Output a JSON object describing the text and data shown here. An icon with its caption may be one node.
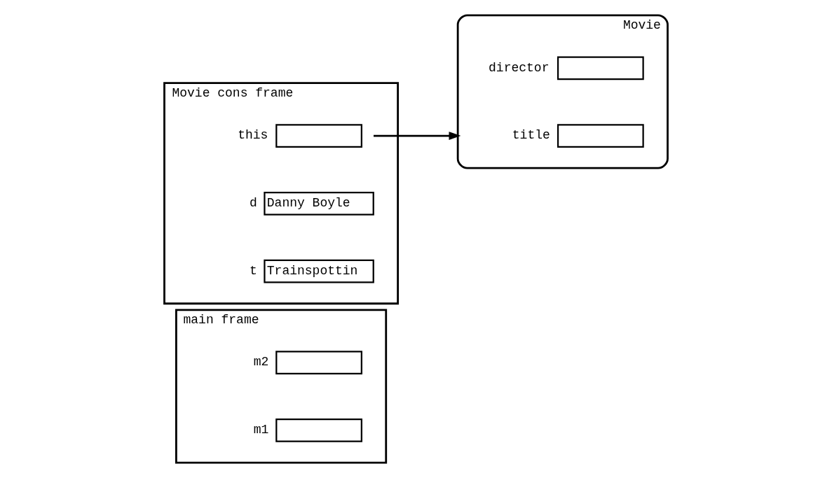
{
  "diagram": {
    "nodes": [
      {
        "text": [
          "main frame"
        ]
      },
      {
        "text": [],
        "shape": "box",
        "in": 0,
        "beside": [
          "m1"
        ]
      },
      {
        "text": [],
        "shape": "box",
        "in": 0,
        "beside": [
          "m2"
        ]
      },
      {
        "text": [
          "Movie cons frame"
        ]
      },
      {
        "text": [
          "Trainspottin"
        ],
        "in": 3,
        "beside": [
          "t"
        ]
      },
      {
        "text": [
          "Danny Boyle"
        ],
        "in": 3,
        "beside": [
          "d"
        ]
      },
      {
        "text": [],
        "shape": "box",
        "in": 3,
        "beside": [
          "this"
        ]
      },
      {
        "text": [
          "Movie"
        ]
      },
      {
        "text": [],
        "shape": "box",
        "in": 7,
        "beside": [
          "title"
        ]
      },
      {
        "text": [],
        "shape": "box",
        "in": 7,
        "beside": [
          "director"
        ]
      }
    ],
    "edges": [
      {
        "from": 6,
        "to": 7,
        "arrow": "to"
      }
    ]
  }
}
